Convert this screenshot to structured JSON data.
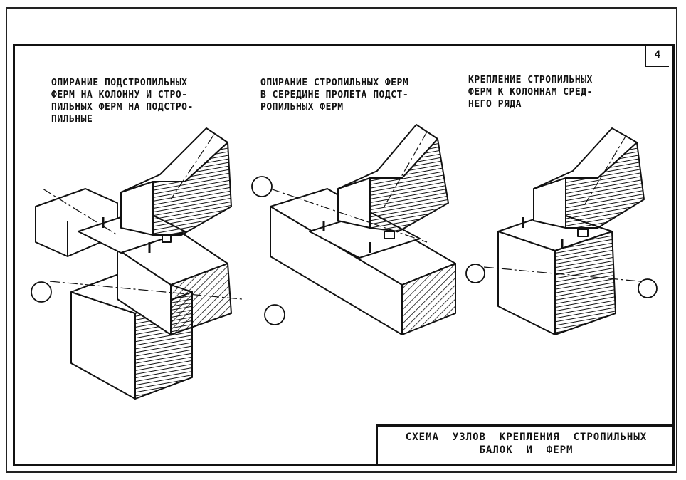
{
  "sheet_number": "4",
  "captions": [
    "ОПИРАНИЕ ПОДСТРОПИЛЬНЫХ\nФЕРМ НА КОЛОННУ И СТРО-\nПИЛЬНЫХ ФЕРМ НА ПОДСТРО-\nПИЛЬНЫЕ",
    "ОПИРАНИЕ СТРОПИЛЬНЫХ ФЕРМ\nВ СЕРЕДИНЕ ПРОЛЕТА ПОДСТ-\nРОПИЛЬНЫХ ФЕРМ",
    "КРЕПЛЕНИЕ СТРОПИЛЬНЫХ\nФЕРМ К КОЛОННАМ СРЕД-\nНЕГО РЯДА"
  ],
  "title": "СХЕМА  УЗЛОВ  КРЕПЛЕНИЯ  СТРОПИЛЬНЫХ\nБАЛОК  И  ФЕРМ"
}
